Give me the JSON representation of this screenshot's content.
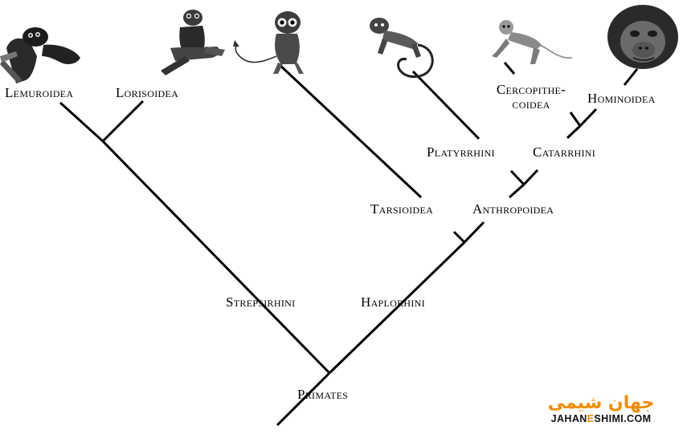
{
  "taxa": {
    "lemuroidea": "Lemuroidea",
    "lorisoidea": "Lorisoidea",
    "cercopithecoidea_line1": "Cercopithe-",
    "cercopithecoidea_line2": "coidea",
    "hominoidea": "Hominoidea"
  },
  "clades": {
    "platyrrhini": "Platyrrhini",
    "catarrhini": "Catarrhini",
    "tarsioidea": "Tarsioidea",
    "anthropoidea": "Anthropoidea",
    "strepsirhini": "Strepsirhini",
    "haplorhini": "Haplorhini",
    "primates": "Primates"
  },
  "animals": [
    "lemur",
    "loris",
    "tarsier",
    "new-world-monkey",
    "old-world-monkey",
    "chimpanzee"
  ],
  "watermark": {
    "logo_text": "جهان شیمی",
    "site_part1": "JAHAN",
    "site_part2": "E",
    "site_part3": "SHIMI.COM",
    "accent_color": "#f28c00"
  }
}
